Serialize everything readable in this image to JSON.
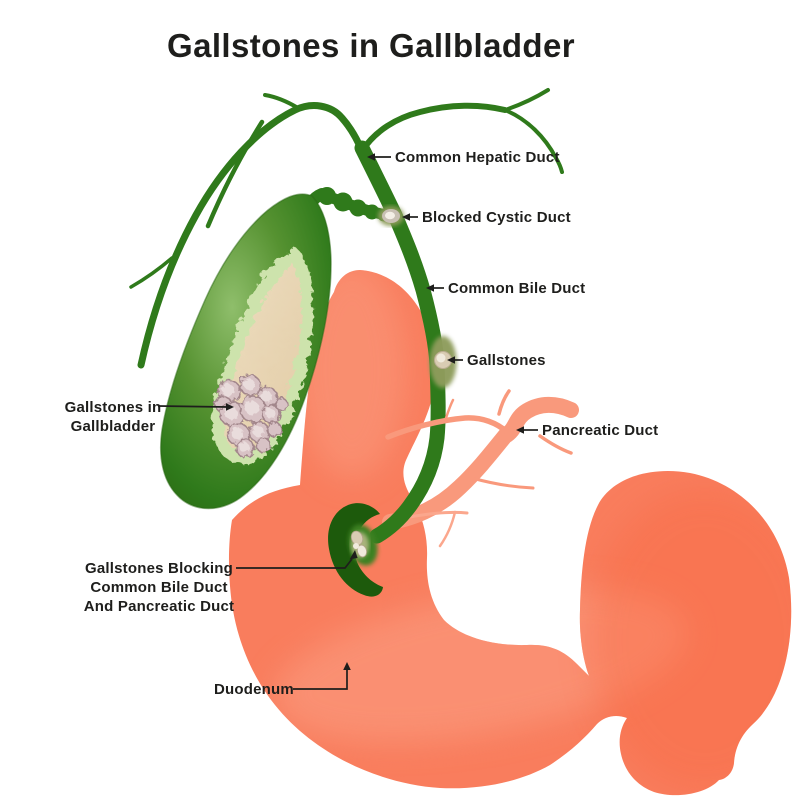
{
  "title": "Gallstones in Gallbladder",
  "labels": {
    "common_hepatic_duct": "Common Hepatic Duct",
    "blocked_cystic_duct": "Blocked Cystic Duct",
    "common_bile_duct": "Common Bile Duct",
    "gallstones": "Gallstones",
    "pancreatic_duct": "Pancreatic Duct",
    "gallstones_in_gallbladder": {
      "line1": "Gallstones in",
      "line2": "Gallbladder"
    },
    "gallstones_blocking": {
      "line1": "Gallstones Blocking",
      "line2": "Common Bile Duct",
      "line3": "And Pancreatic Duct"
    },
    "duodenum": "Duodenum"
  },
  "colors": {
    "ink": "#1E1E1C",
    "duct_green": "#2F7A1B",
    "gallbladder_green_light": "#8FBE6B",
    "gallbladder_green_mid": "#569231",
    "gallbladder_green_dark": "#2B6A12",
    "ampulla_green_dark": "#1D5A0C",
    "ampulla_green_mid": "#3C8122",
    "bile_beige_light": "#EEDFC2",
    "bile_beige_dark": "#E2CBA5",
    "bile_halo": "#CDE3AC",
    "stone_pink": "#D8C2C5",
    "stone_pink_edge": "#A2868B",
    "stone_pink_inner": "#E9DCDC",
    "stone_beige": "#D9CCB3",
    "stone_cream": "#F0EADC",
    "olive_bulge": "#8E9C5C",
    "stomach_salmon": "#F97D5D",
    "pancreas_salmon": "#F9997C",
    "pancreas_salmon_light": "#FBA78D"
  }
}
